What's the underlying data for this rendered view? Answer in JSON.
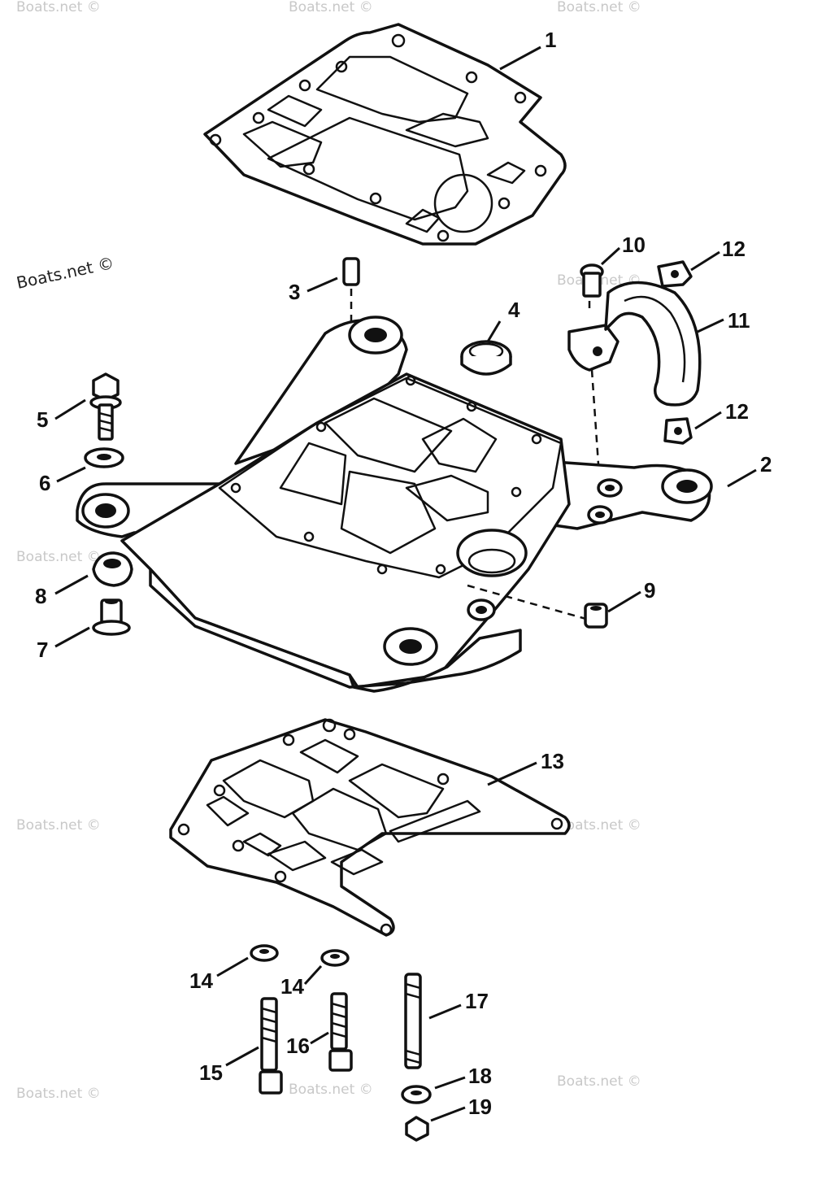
{
  "watermark": {
    "text": "Boats.net ©"
  },
  "callouts": {
    "c1": "1",
    "c2": "2",
    "c3": "3",
    "c4": "4",
    "c5": "5",
    "c6": "6",
    "c7": "7",
    "c8": "8",
    "c9": "9",
    "c10": "10",
    "c11": "11",
    "c12a": "12",
    "c12b": "12",
    "c13": "13",
    "c14a": "14",
    "c14b": "14",
    "c15": "15",
    "c16": "16",
    "c17": "17",
    "c18": "18",
    "c19": "19"
  }
}
